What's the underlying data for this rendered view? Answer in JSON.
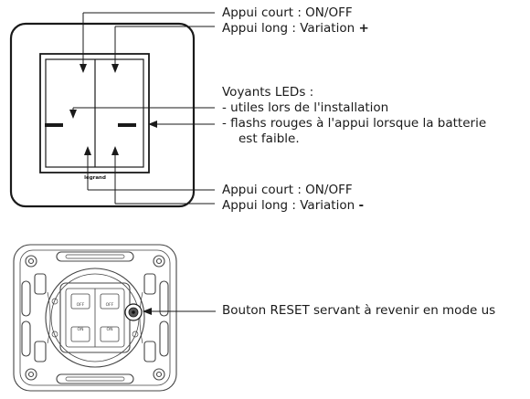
{
  "top_callout": {
    "line1": "Appui court : ON/OFF",
    "line2_text": "Appui long : Variation ",
    "line2_symbol": "+"
  },
  "led_callout": {
    "title": "Voyants LEDs :",
    "item1": "- utiles lors de l'installation",
    "item2_line1": "- flashs rouges à l'appui lorsque la batterie",
    "item2_line2": "est faible."
  },
  "bottom_callout": {
    "line1": "Appui court : ON/OFF",
    "line2_text": "Appui long : Variation ",
    "line2_symbol": "-"
  },
  "reset_callout": {
    "text": "Bouton RESET servant à revenir en mode us"
  },
  "switch": {
    "brand": "legrand"
  },
  "mechanism": {
    "off_label": "OFF",
    "on_label": "ON"
  },
  "colors": {
    "line": "#1a1a1a",
    "drawing": "#444444"
  }
}
